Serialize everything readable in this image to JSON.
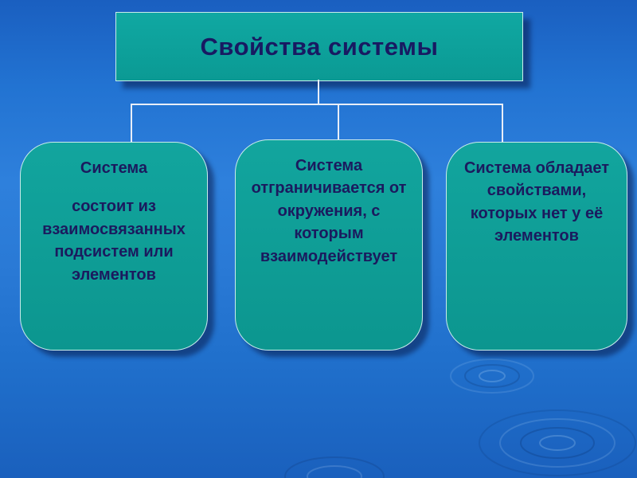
{
  "slide": {
    "title": "Свойства системы",
    "boxes": [
      {
        "heading": "Система",
        "body": "состоит из взаимосвязанных подсистем или элементов"
      },
      {
        "heading": "",
        "body": "Система отграничивается от окружения, с которым взаимодействует"
      },
      {
        "heading": "",
        "body": "Система обладает свойствами, которых нет у её элементов"
      }
    ],
    "colors": {
      "background_top": "#1A5FC0",
      "background_mid": "#2E80DC",
      "box_fill": "#0FA39B",
      "box_border": "#C9ECEA",
      "text": "#1B1A5E",
      "connector_line": "#E8EEF8",
      "shadow": "#040A32"
    }
  }
}
